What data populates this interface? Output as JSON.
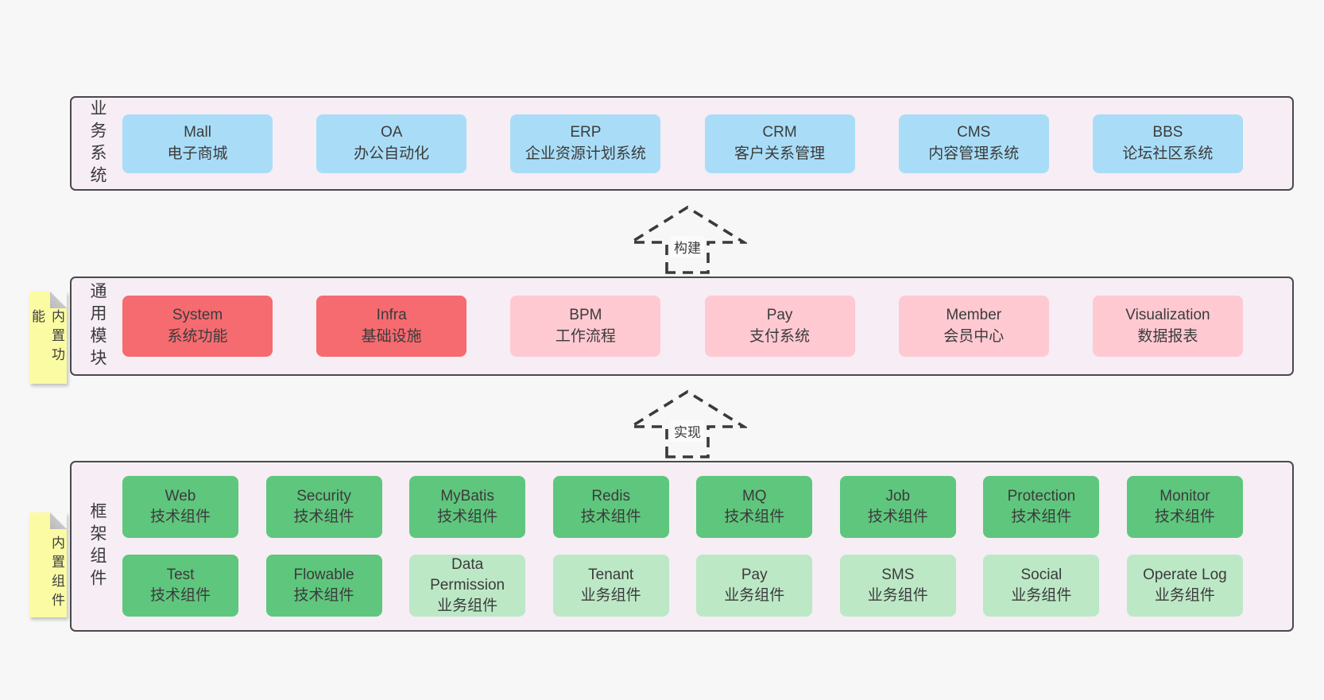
{
  "page": {
    "background": "#f7f7f7",
    "container_bg": "#f6edf5",
    "container_border": "#4a4a4a"
  },
  "colors": {
    "blue": "#a9ddf7",
    "red": "#f56b70",
    "pink": "#ffc9d2",
    "green": "#5fc67d",
    "green_light": "#bce8c6",
    "sticky_yellow": "#fbfba4",
    "fold_gray": "#c9c9c9",
    "text": "#3b3b3b"
  },
  "layers": {
    "business": {
      "label": "业务系统",
      "items": [
        {
          "name": "Mall",
          "desc": "电子商城",
          "variant": "blue"
        },
        {
          "name": "OA",
          "desc": "办公自动化",
          "variant": "blue"
        },
        {
          "name": "ERP",
          "desc": "企业资源计划系统",
          "variant": "blue"
        },
        {
          "name": "CRM",
          "desc": "客户关系管理",
          "variant": "blue"
        },
        {
          "name": "CMS",
          "desc": "内容管理系统",
          "variant": "blue"
        },
        {
          "name": "BBS",
          "desc": "论坛社区系统",
          "variant": "blue"
        }
      ]
    },
    "modules": {
      "label": "通用模块",
      "note": "内置功能",
      "items": [
        {
          "name": "System",
          "desc": "系统功能",
          "variant": "red"
        },
        {
          "name": "Infra",
          "desc": "基础设施",
          "variant": "red"
        },
        {
          "name": "BPM",
          "desc": "工作流程",
          "variant": "pink"
        },
        {
          "name": "Pay",
          "desc": "支付系统",
          "variant": "pink"
        },
        {
          "name": "Member",
          "desc": "会员中心",
          "variant": "pink"
        },
        {
          "name": "Visualization",
          "desc": "数据报表",
          "variant": "pink"
        }
      ]
    },
    "components": {
      "label": "框架组件",
      "note": "内置组件",
      "row1": [
        {
          "name": "Web",
          "desc": "技术组件",
          "variant": "green"
        },
        {
          "name": "Security",
          "desc": "技术组件",
          "variant": "green"
        },
        {
          "name": "MyBatis",
          "desc": "技术组件",
          "variant": "green"
        },
        {
          "name": "Redis",
          "desc": "技术组件",
          "variant": "green"
        },
        {
          "name": "MQ",
          "desc": "技术组件",
          "variant": "green"
        },
        {
          "name": "Job",
          "desc": "技术组件",
          "variant": "green"
        },
        {
          "name": "Protection",
          "desc": "技术组件",
          "variant": "green"
        },
        {
          "name": "Monitor",
          "desc": "技术组件",
          "variant": "green"
        }
      ],
      "row2": [
        {
          "name": "Test",
          "desc": "技术组件",
          "variant": "green"
        },
        {
          "name": "Flowable",
          "desc": "技术组件",
          "variant": "green"
        },
        {
          "name": "Data Permission",
          "desc": "业务组件",
          "variant": "green-light"
        },
        {
          "name": "Tenant",
          "desc": "业务组件",
          "variant": "green-light"
        },
        {
          "name": "Pay",
          "desc": "业务组件",
          "variant": "green-light"
        },
        {
          "name": "SMS",
          "desc": "业务组件",
          "variant": "green-light"
        },
        {
          "name": "Social",
          "desc": "业务组件",
          "variant": "green-light"
        },
        {
          "name": "Operate Log",
          "desc": "业务组件",
          "variant": "green-light"
        }
      ]
    }
  },
  "arrows": {
    "build": {
      "label": "构建"
    },
    "implement": {
      "label": "实现"
    }
  }
}
